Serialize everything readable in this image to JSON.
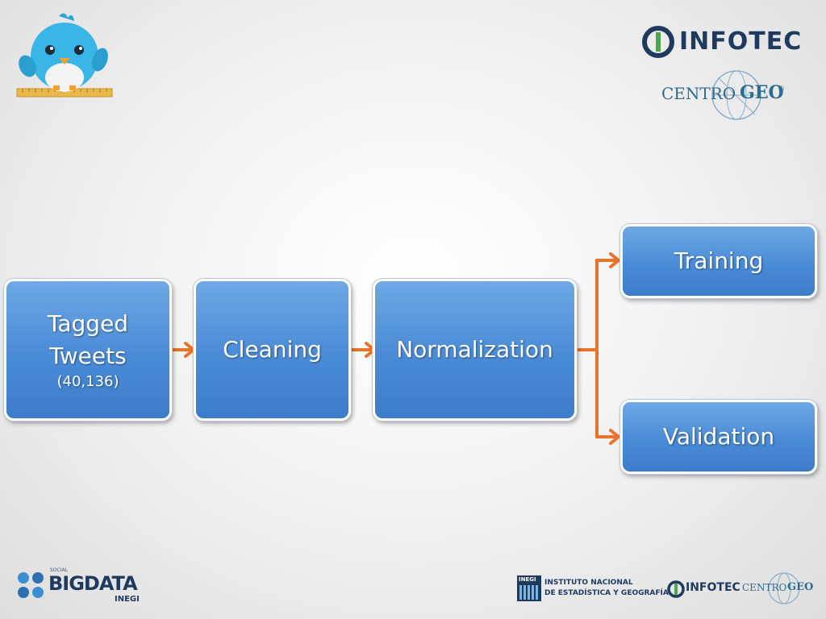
{
  "header": {
    "infotec_logo": "INFOTEC",
    "centrogeo_logo": {
      "part1": "CENTRO",
      "part2": "GEO",
      "mark": "®"
    }
  },
  "diagram": {
    "nodes": {
      "tagged_tweets": {
        "line1": "Tagged",
        "line2": "Tweets",
        "count": "(40,136)"
      },
      "cleaning": {
        "label": "Cleaning"
      },
      "normalization": {
        "label": "Normalization"
      },
      "training": {
        "label": "Training"
      },
      "validation": {
        "label": "Validation"
      }
    },
    "arrow_color": "#e8732a",
    "box_color": "#4a8bd6"
  },
  "footer": {
    "bigdata_logo": {
      "top": "SOCIAL",
      "main": "BIGDATA",
      "sub": "INEGI"
    },
    "inegi_logo": {
      "mark": "INEGI",
      "line1": "INSTITUTO NACIONAL",
      "line2": "DE ESTADÍSTICA Y GEOGRAFÍA"
    },
    "infotec_logo": "INFOTEC",
    "centrogeo_logo": {
      "part1": "CENTRO",
      "part2": "GEO"
    }
  }
}
